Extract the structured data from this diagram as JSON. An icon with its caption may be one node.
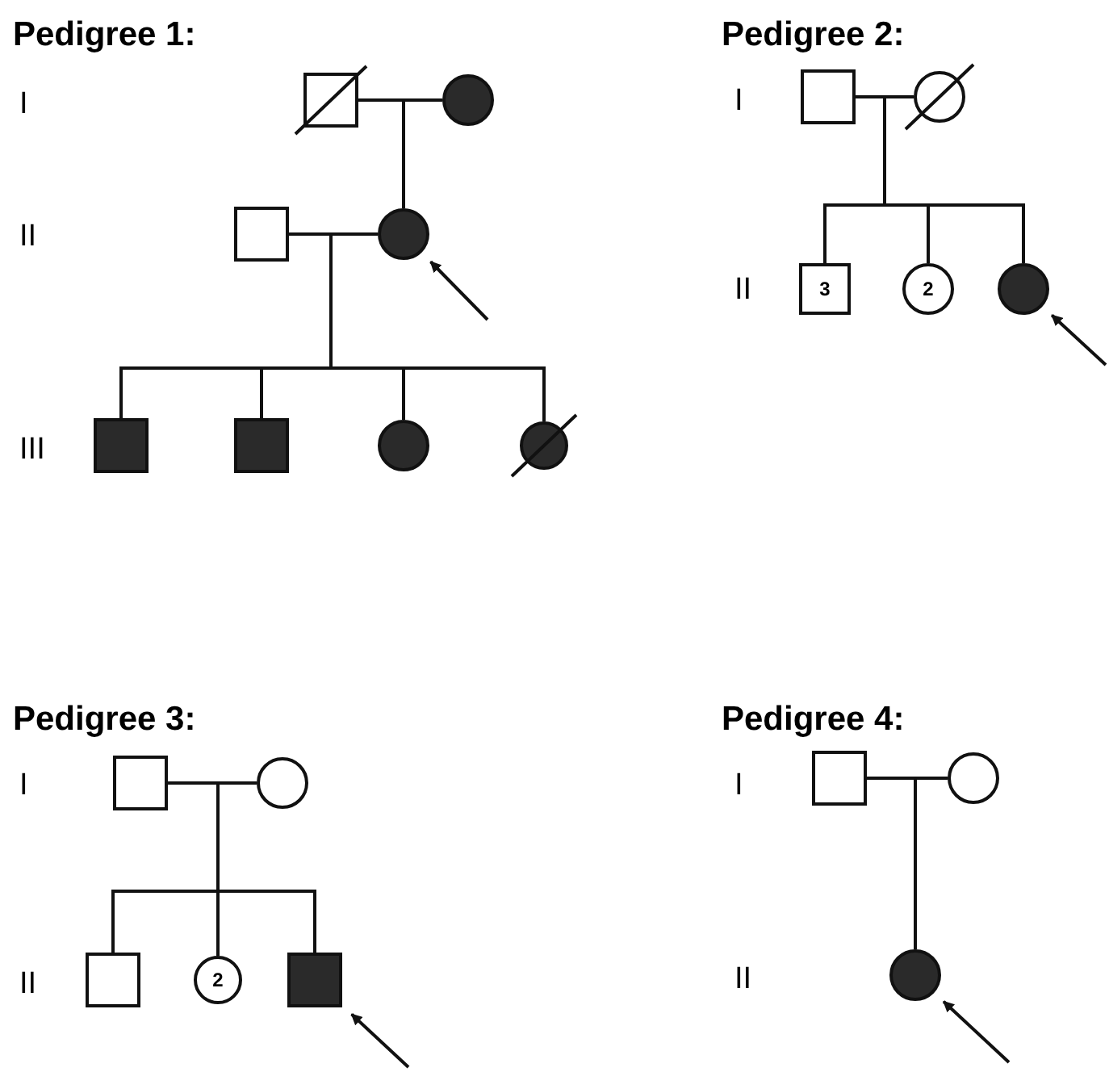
{
  "diagram": {
    "nodes": [
      {
        "text": [],
        "shape": "box"
      },
      {
        "text": [],
        "shape": "circle"
      },
      {
        "text": [],
        "shape": "box"
      },
      {
        "text": [],
        "shape": "circle"
      },
      {
        "text": [],
        "shape": "box"
      },
      {
        "text": [],
        "shape": "box"
      },
      {
        "text": [],
        "shape": "circle"
      },
      {
        "text": [],
        "shape": "circle"
      },
      {
        "text": [],
        "shape": "box"
      },
      {
        "text": [],
        "shape": "circle"
      },
      {
        "text": [
          "3"
        ]
      },
      {
        "text": [
          "2"
        ]
      },
      {
        "text": [],
        "shape": "circle"
      },
      {
        "text": [],
        "shape": "box"
      },
      {
        "text": [],
        "shape": "circle"
      },
      {
        "text": [],
        "shape": "box"
      },
      {
        "text": [
          "2"
        ]
      },
      {
        "text": [],
        "shape": "box"
      },
      {
        "text": [],
        "shape": "box"
      },
      {
        "text": [],
        "shape": "circle"
      },
      {
        "text": [],
        "shape": "circle"
      }
    ],
    "edges": [
      {
        "from": 0,
        "to": 1,
        "arrow": "none"
      },
      {
        "from": 0,
        "to": 3,
        "arrow": "none"
      },
      {
        "from": 1,
        "to": 3,
        "arrow": "none"
      },
      {
        "from": 2,
        "to": 3,
        "arrow": "none"
      },
      {
        "from": 2,
        "to": 4,
        "arrow": "none"
      },
      {
        "from": 2,
        "to": 5,
        "arrow": "none"
      },
      {
        "from": 2,
        "to": 6,
        "arrow": "none"
      },
      {
        "from": 2,
        "to": 7,
        "arrow": "none"
      },
      {
        "from": 3,
        "to": 4,
        "arrow": "none"
      },
      {
        "from": 3,
        "to": 5,
        "arrow": "none"
      },
      {
        "from": 3,
        "to": 6,
        "arrow": "none"
      },
      {
        "from": 3,
        "to": 7,
        "arrow": "none"
      },
      {
        "from": null,
        "to": 3,
        "arrow": "to"
      },
      {
        "from": 8,
        "to": 9,
        "arrow": "none"
      },
      {
        "from": 8,
        "to": 10,
        "arrow": "none"
      },
      {
        "from": 8,
        "to": 11,
        "arrow": "none"
      },
      {
        "from": 8,
        "to": 12,
        "arrow": "none"
      },
      {
        "from": 9,
        "to": 10,
        "arrow": "none"
      },
      {
        "from": 9,
        "to": 11,
        "arrow": "none"
      },
      {
        "from": 9,
        "to": 12,
        "arrow": "none"
      },
      {
        "from": null,
        "to": 12,
        "arrow": "to"
      },
      {
        "from": 13,
        "to": 14,
        "arrow": "none"
      },
      {
        "from": 13,
        "to": 15,
        "arrow": "none"
      },
      {
        "from": 13,
        "to": 16,
        "arrow": "none"
      },
      {
        "from": 13,
        "to": 17,
        "arrow": "none"
      },
      {
        "from": 14,
        "to": 15,
        "arrow": "none"
      },
      {
        "from": 14,
        "to": 16,
        "arrow": "none"
      },
      {
        "from": 14,
        "to": 17,
        "arrow": "none"
      },
      {
        "from": null,
        "to": 17,
        "arrow": "to"
      },
      {
        "from": 18,
        "to": 19,
        "arrow": "none"
      },
      {
        "from": 18,
        "to": 20,
        "arrow": "none"
      },
      {
        "from": 19,
        "to": 20,
        "arrow": "none"
      },
      {
        "from": null,
        "to": 20,
        "arrow": "to"
      }
    ],
    "labels": [
      "Pedigree 1:",
      "I",
      "II",
      "III",
      "Pedigree 2:",
      "I",
      "II",
      "Pedigree 3:",
      "I",
      "II",
      "Pedigree 4:",
      "I",
      "II"
    ]
  }
}
